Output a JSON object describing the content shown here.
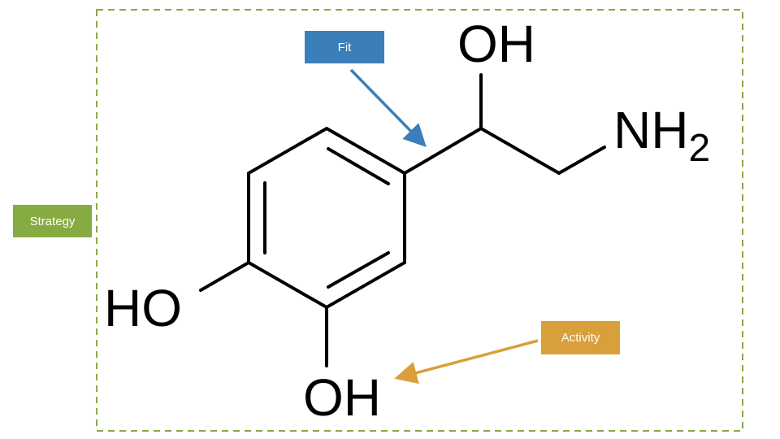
{
  "labels": {
    "fit": "Fit",
    "activity": "Activity",
    "strategy": "Strategy"
  },
  "atoms": {
    "oh_top": "OH",
    "nh": "NH",
    "nh_sub": "2",
    "ho_left": "HO",
    "oh_bottom": "OH"
  },
  "colors": {
    "fit": "#3a7fba",
    "activity": "#d89f3a",
    "strategy": "#86ab43",
    "frame": "#86ab43"
  }
}
